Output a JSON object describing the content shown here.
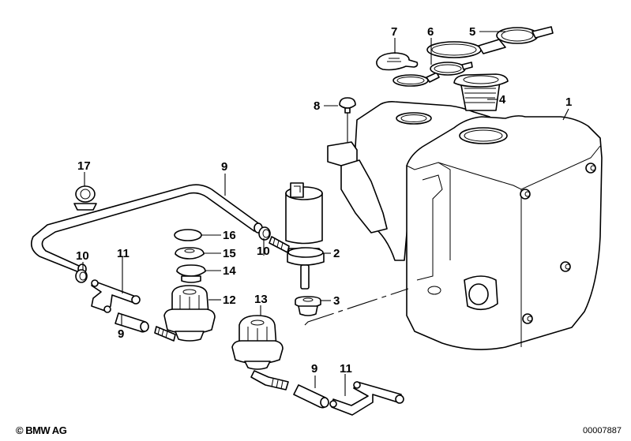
{
  "diagram": {
    "title": "Windshield washer reservoir parts diagram",
    "callouts": [
      {
        "id": "c1",
        "label": "1"
      },
      {
        "id": "c2",
        "label": "2"
      },
      {
        "id": "c3",
        "label": "3"
      },
      {
        "id": "c4",
        "label": "4"
      },
      {
        "id": "c5",
        "label": "5"
      },
      {
        "id": "c6",
        "label": "6"
      },
      {
        "id": "c7",
        "label": "7"
      },
      {
        "id": "c8",
        "label": "8"
      },
      {
        "id": "c9a",
        "label": "9"
      },
      {
        "id": "c9b",
        "label": "9"
      },
      {
        "id": "c9c",
        "label": "9"
      },
      {
        "id": "c10a",
        "label": "10"
      },
      {
        "id": "c10b",
        "label": "10"
      },
      {
        "id": "c11a",
        "label": "11"
      },
      {
        "id": "c11b",
        "label": "11"
      },
      {
        "id": "c12",
        "label": "12"
      },
      {
        "id": "c13",
        "label": "13"
      },
      {
        "id": "c14",
        "label": "14"
      },
      {
        "id": "c15",
        "label": "15"
      },
      {
        "id": "c16",
        "label": "16"
      },
      {
        "id": "c17",
        "label": "17"
      }
    ],
    "parts": [
      {
        "ref": "1",
        "name": "washer-reservoir"
      },
      {
        "ref": "2",
        "name": "washer-pump"
      },
      {
        "ref": "3",
        "name": "grommet"
      },
      {
        "ref": "4",
        "name": "filler-neck-strainer"
      },
      {
        "ref": "5",
        "name": "seal-ring-cap"
      },
      {
        "ref": "6",
        "name": "seal-ring-cap-small"
      },
      {
        "ref": "7",
        "name": "cap"
      },
      {
        "ref": "8",
        "name": "rubber-mount"
      },
      {
        "ref": "9",
        "name": "hose"
      },
      {
        "ref": "10",
        "name": "hose-clamp"
      },
      {
        "ref": "11",
        "name": "t-connector"
      },
      {
        "ref": "12",
        "name": "filter-valve"
      },
      {
        "ref": "13",
        "name": "filter-valve"
      },
      {
        "ref": "14",
        "name": "screw-cap"
      },
      {
        "ref": "15",
        "name": "valve-disc"
      },
      {
        "ref": "16",
        "name": "cover-disc"
      },
      {
        "ref": "17",
        "name": "hose-clip"
      }
    ]
  },
  "footer": {
    "copyright": "© BMW AG",
    "diagram_number": "00007887"
  }
}
